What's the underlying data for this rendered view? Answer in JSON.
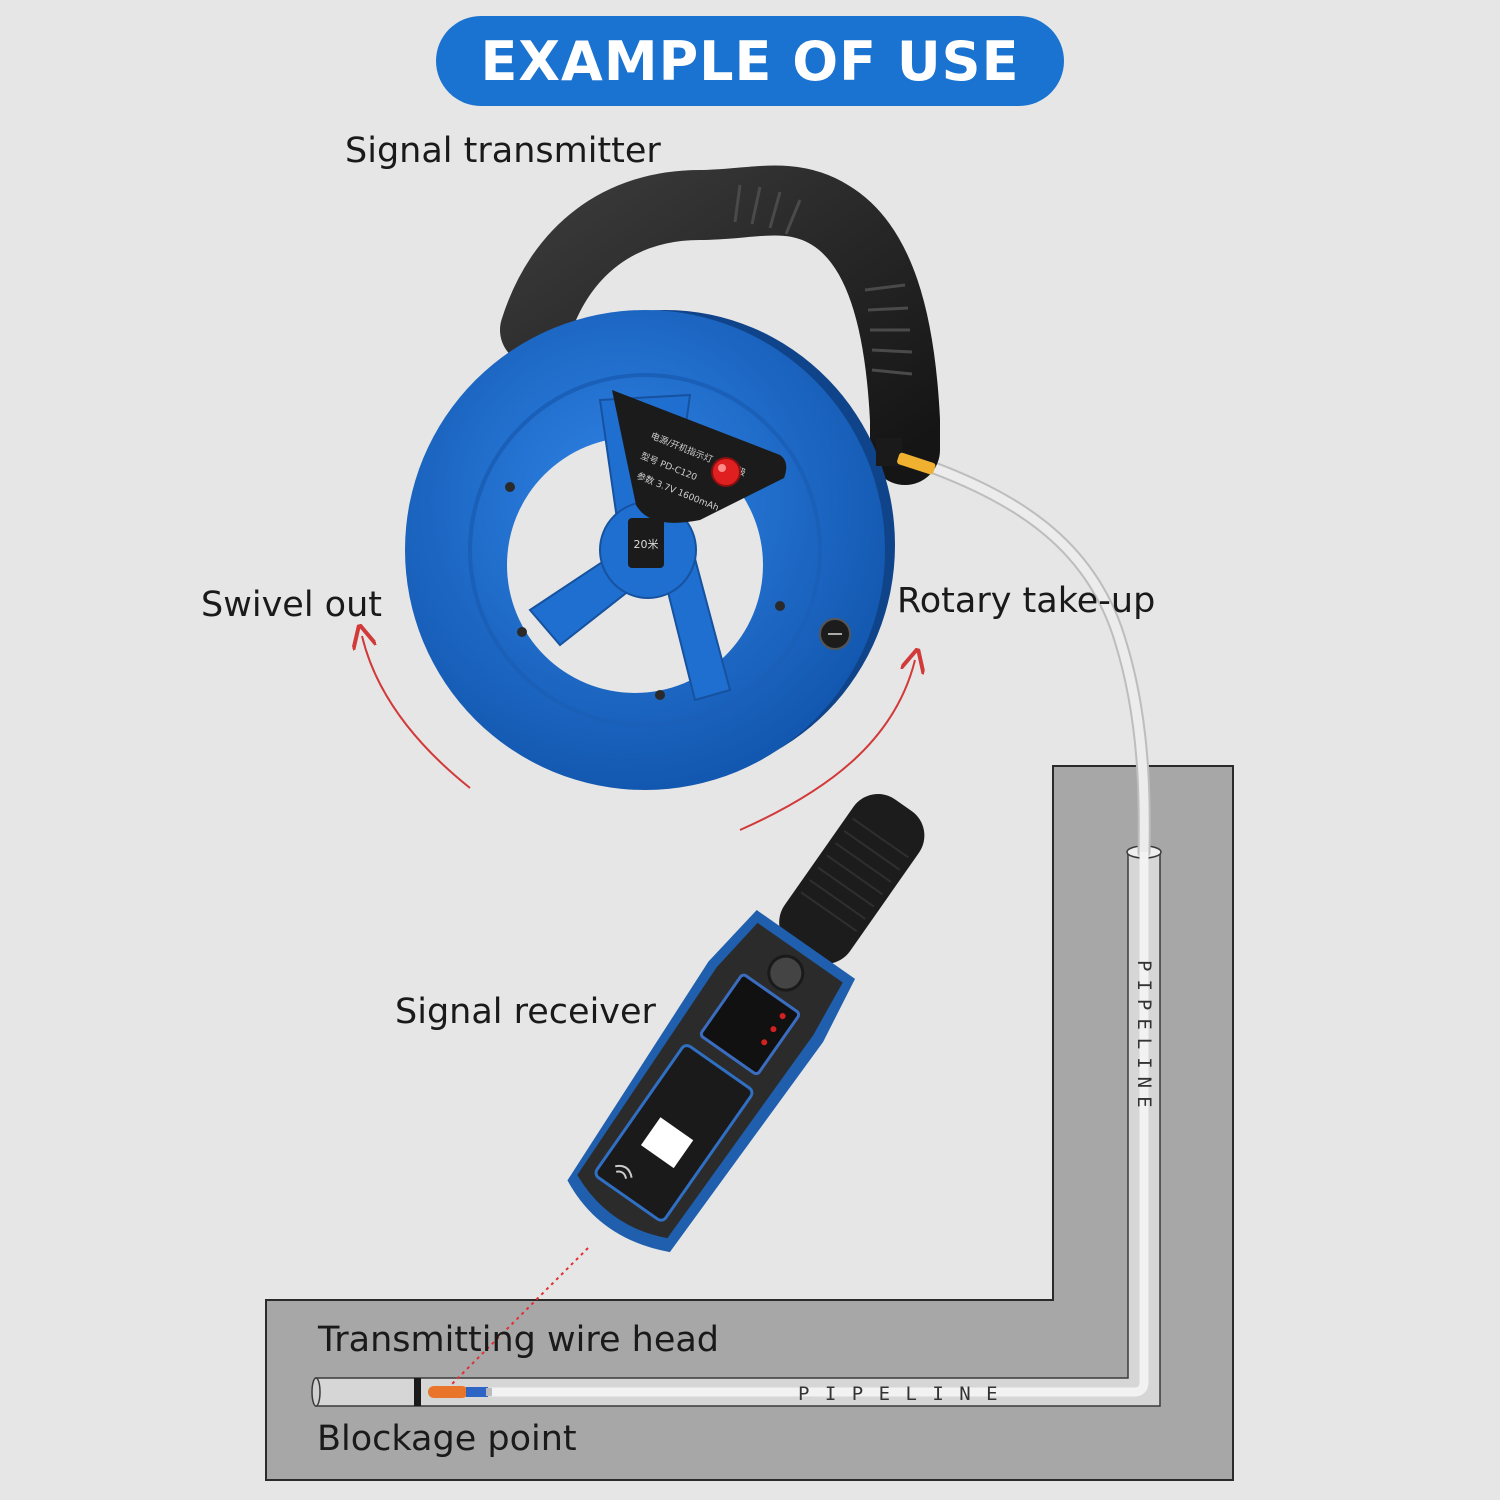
{
  "title": "EXAMPLE OF USE",
  "labels": {
    "signal_transmitter": "Signal transmitter",
    "swivel_out": "Swivel out",
    "rotary_take_up": "Rotary take-up",
    "signal_receiver": "Signal receiver",
    "transmitting_wire_head": "Transmitting wire head",
    "blockage_point": "Blockage point"
  },
  "pipeline_vertical_label": "PIPELINE",
  "pipeline_horizontal_label": "P I P E L I N E",
  "reel_badge": "20米",
  "colors": {
    "background": "#e6e6e6",
    "title_pill": "#1a73d0",
    "reel_blue": "#1f6fd1",
    "handle": "#2b2b2b",
    "pipe_wall": "#a7a7a7",
    "arrow_red": "#d23a3a",
    "laser_red": "#e03030"
  },
  "icons": [
    "reel-handle-icon",
    "red-button-icon",
    "wireless-signal-icon",
    "swivel-arrow-icon",
    "take-up-arrow-icon"
  ]
}
